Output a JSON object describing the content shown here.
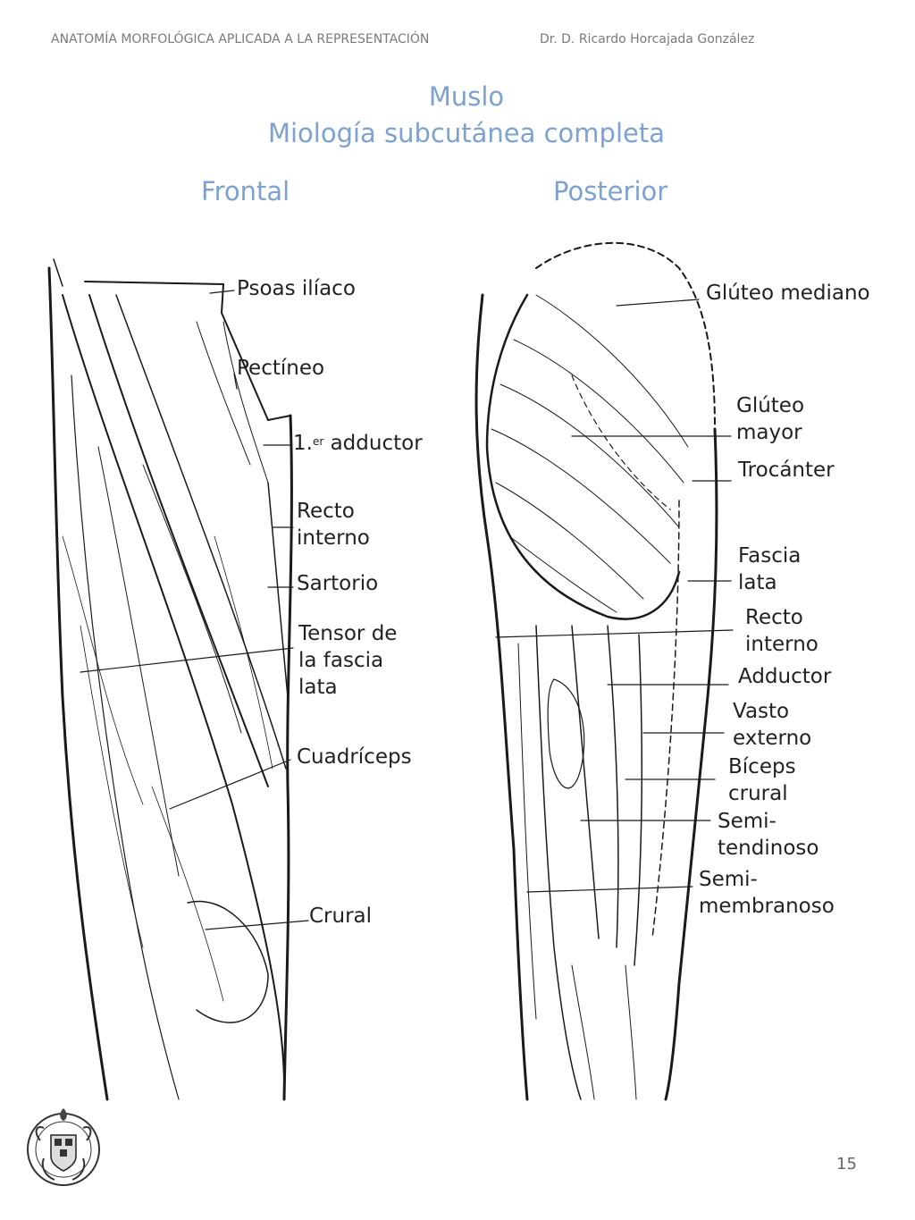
{
  "header": {
    "left": "ANATOMÍA MORFOLÓGICA APLICADA A LA REPRESENTACIÓN",
    "right": "Dr. D. Ricardo Horcajada González"
  },
  "title": {
    "line1": "Muslo",
    "line2": "Miología subcutánea completa"
  },
  "views": {
    "frontal": "Frontal",
    "posterior": "Posterior"
  },
  "frontal_labels": {
    "psoas": "Psoas ilíaco",
    "pectineo": "Pectíneo",
    "adductor_num": "1.",
    "adductor_sup": "er",
    "adductor_word": " adductor",
    "recto_1": "Recto",
    "recto_2": "interno",
    "sartorio": "Sartorio",
    "tensor_1": "Tensor de",
    "tensor_2": "la fascia",
    "tensor_3": "lata",
    "cuadriceps": "Cuadríceps",
    "crural": "Crural"
  },
  "posterior_labels": {
    "gluteo_mediano": "Glúteo mediano",
    "gluteo_mayor_1": "Glúteo",
    "gluteo_mayor_2": "mayor",
    "trocanter": "Trocánter",
    "fascia_1": "Fascia",
    "fascia_2": "lata",
    "recto_1": "Recto",
    "recto_2": "interno",
    "adductor": "Adductor",
    "vasto_1": "Vasto",
    "vasto_2": "externo",
    "biceps_1": "Bíceps",
    "biceps_2": "crural",
    "semit_1": "Semi-",
    "semit_2": "tendinoso",
    "semim_1": "Semi-",
    "semim_2": "membranoso"
  },
  "page_number": "15",
  "seal_icon": "university-seal-icon"
}
